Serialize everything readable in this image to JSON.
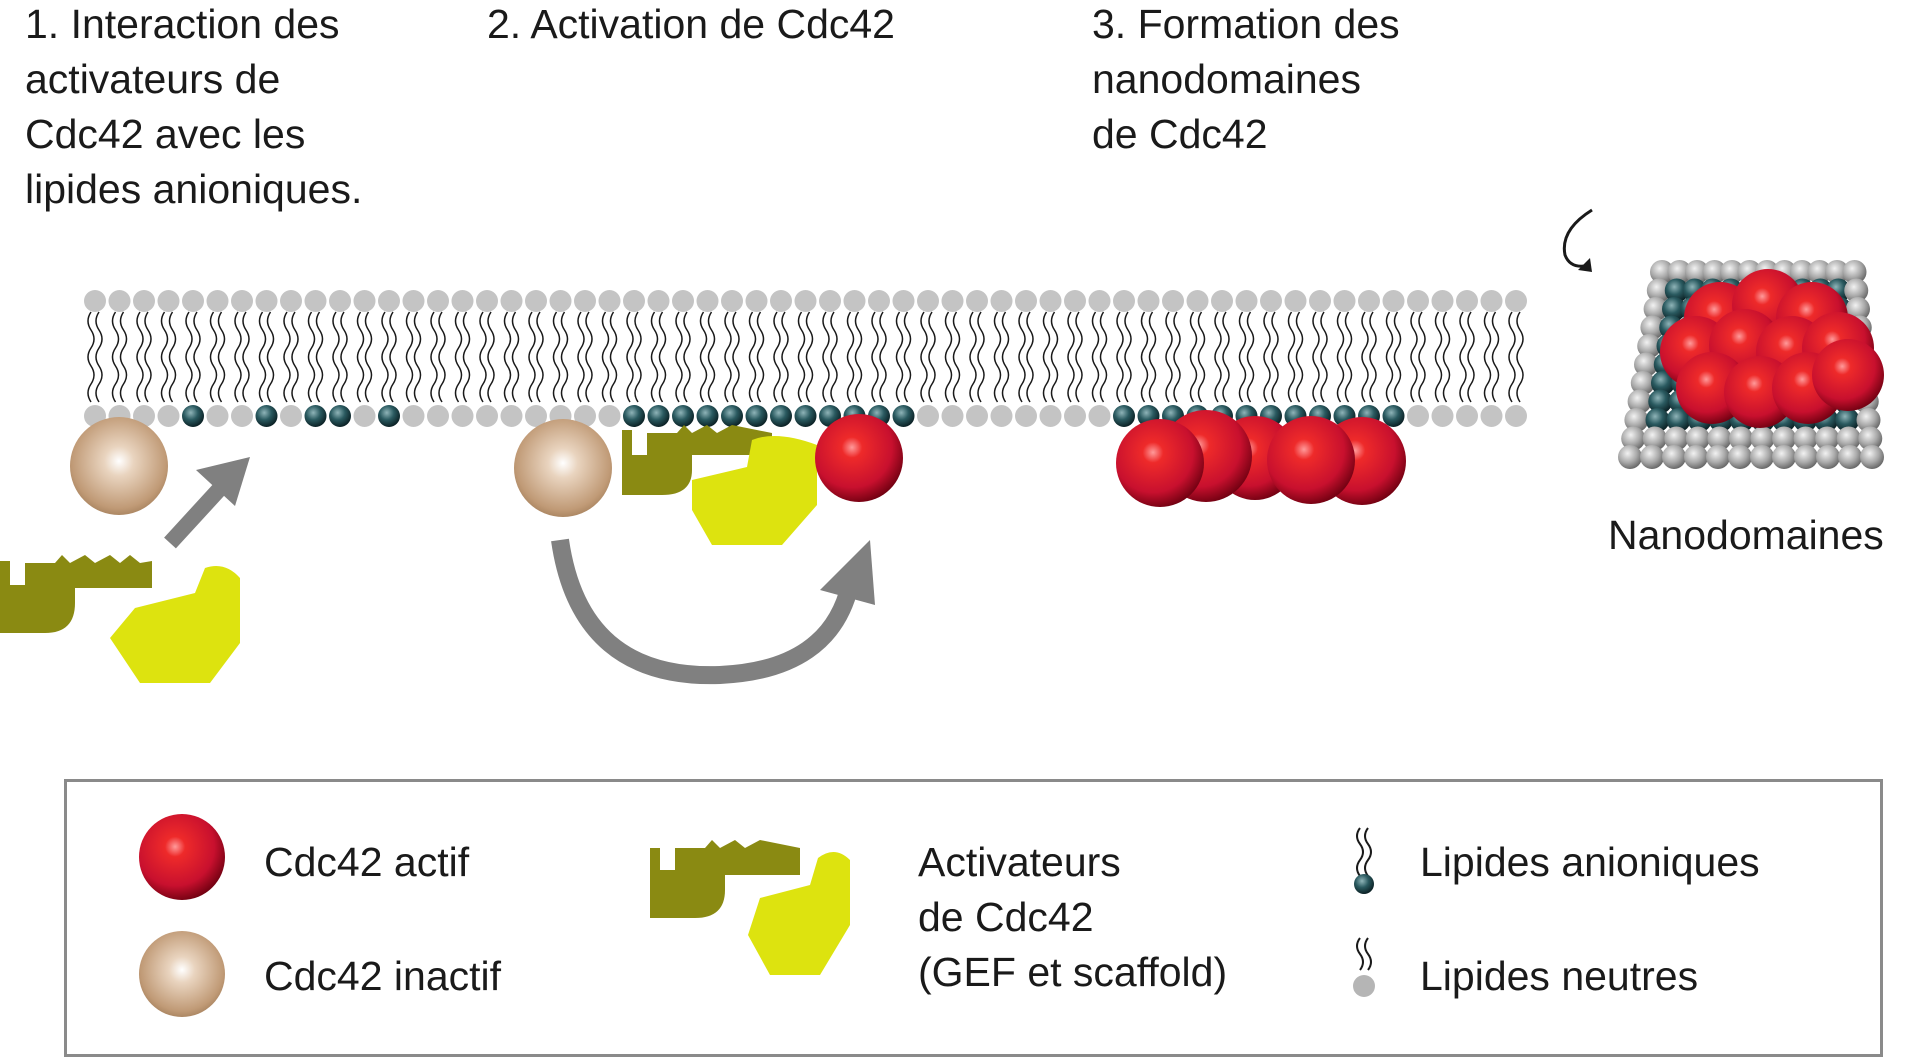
{
  "steps": [
    {
      "label": "1. Interaction des\nactivateurs de\nCdc42 avec les\nlipides anioniques."
    },
    {
      "label": "2. Activation de Cdc42"
    },
    {
      "label": "3. Formation des\nnanodomaines\nde Cdc42"
    }
  ],
  "nanodomain_label": "Nanodomaines",
  "legend": {
    "active": "Cdc42 actif",
    "inactive": "Cdc42 inactif",
    "activators": "Activateurs\nde Cdc42\n(GEF et scaffold)",
    "anionic": "Lipides anioniques",
    "neutral": "Lipides neutres"
  },
  "colors": {
    "active_cdc42": "#c8102e",
    "inactive_cdc42": "#c9a27e",
    "gef": "#8a8a12",
    "scaffold": "#dde30f",
    "anionic_lipid": "#1f4a50",
    "neutral_lipid": "#c4c4c4",
    "arrow": "#808080"
  }
}
